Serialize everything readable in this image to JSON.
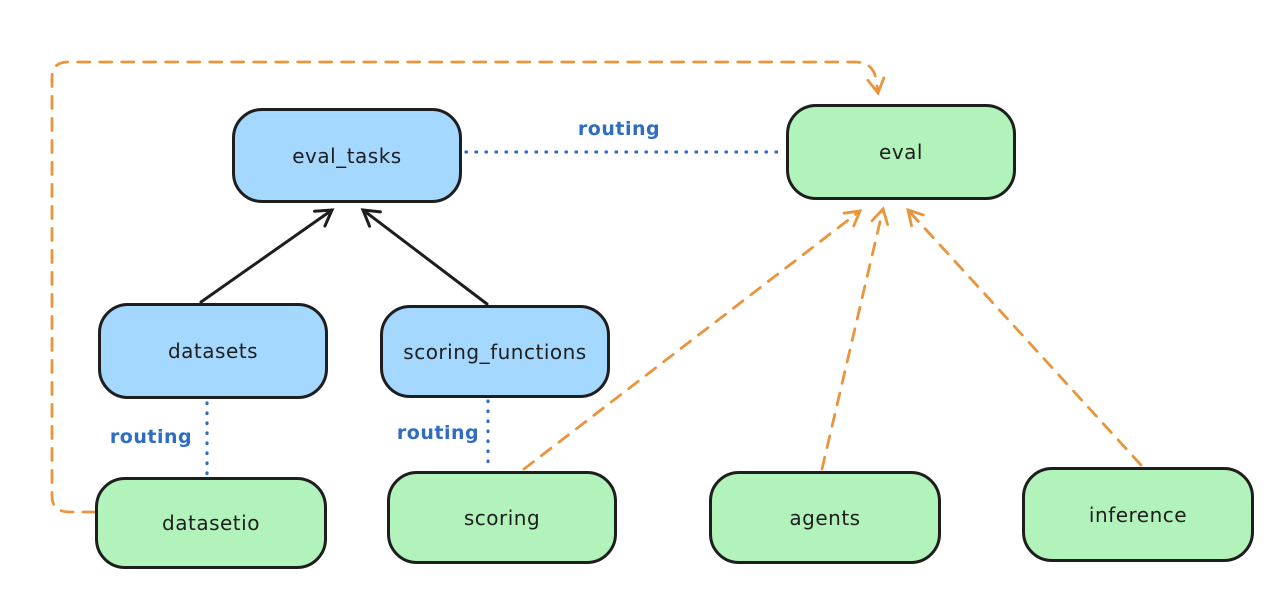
{
  "diagram": {
    "nodes": {
      "eval_tasks": {
        "label": "eval_tasks",
        "fill": "#a5d8ff",
        "stroke": "#1e1e1e"
      },
      "eval": {
        "label": "eval",
        "fill": "#b2f2bb",
        "stroke": "#1e1e1e"
      },
      "datasets": {
        "label": "datasets",
        "fill": "#a5d8ff",
        "stroke": "#1e1e1e"
      },
      "scoring_functions": {
        "label": "scoring_functions",
        "fill": "#a5d8ff",
        "stroke": "#1e1e1e"
      },
      "datasetio": {
        "label": "datasetio",
        "fill": "#b2f2bb",
        "stroke": "#1e1e1e"
      },
      "scoring": {
        "label": "scoring",
        "fill": "#b2f2bb",
        "stroke": "#1e1e1e"
      },
      "agents": {
        "label": "agents",
        "fill": "#b2f2bb",
        "stroke": "#1e1e1e"
      },
      "inference": {
        "label": "inference",
        "fill": "#b2f2bb",
        "stroke": "#1e1e1e"
      }
    },
    "edges": [
      {
        "from": "datasets",
        "to": "eval_tasks",
        "style": "solid",
        "color": "#1e1e1e",
        "arrow": true,
        "label": ""
      },
      {
        "from": "scoring_functions",
        "to": "eval_tasks",
        "style": "solid",
        "color": "#1e1e1e",
        "arrow": true,
        "label": ""
      },
      {
        "from": "eval_tasks",
        "to": "eval",
        "style": "dotted",
        "color": "#2f6dc4",
        "arrow": false,
        "label": "routing"
      },
      {
        "from": "datasets",
        "to": "datasetio",
        "style": "dotted",
        "color": "#2f6dc4",
        "arrow": false,
        "label": "routing"
      },
      {
        "from": "scoring_functions",
        "to": "scoring",
        "style": "dotted",
        "color": "#2f6dc4",
        "arrow": false,
        "label": "routing"
      },
      {
        "from": "scoring",
        "to": "eval",
        "style": "dashed",
        "color": "#e8953c",
        "arrow": true,
        "label": ""
      },
      {
        "from": "agents",
        "to": "eval",
        "style": "dashed",
        "color": "#e8953c",
        "arrow": true,
        "label": ""
      },
      {
        "from": "inference",
        "to": "eval",
        "style": "dashed",
        "color": "#e8953c",
        "arrow": true,
        "label": ""
      },
      {
        "from": "datasetio",
        "to": "eval",
        "style": "dashed",
        "color": "#e8953c",
        "arrow": true,
        "label": ""
      }
    ],
    "colors": {
      "background": "#ffffff",
      "node_blue_fill": "#a5d8ff",
      "node_green_fill": "#b2f2bb",
      "node_stroke": "#1e1e1e",
      "routing_blue": "#2f6dc4",
      "orange_dashed": "#e8953c",
      "black_arrow": "#1e1e1e"
    }
  }
}
